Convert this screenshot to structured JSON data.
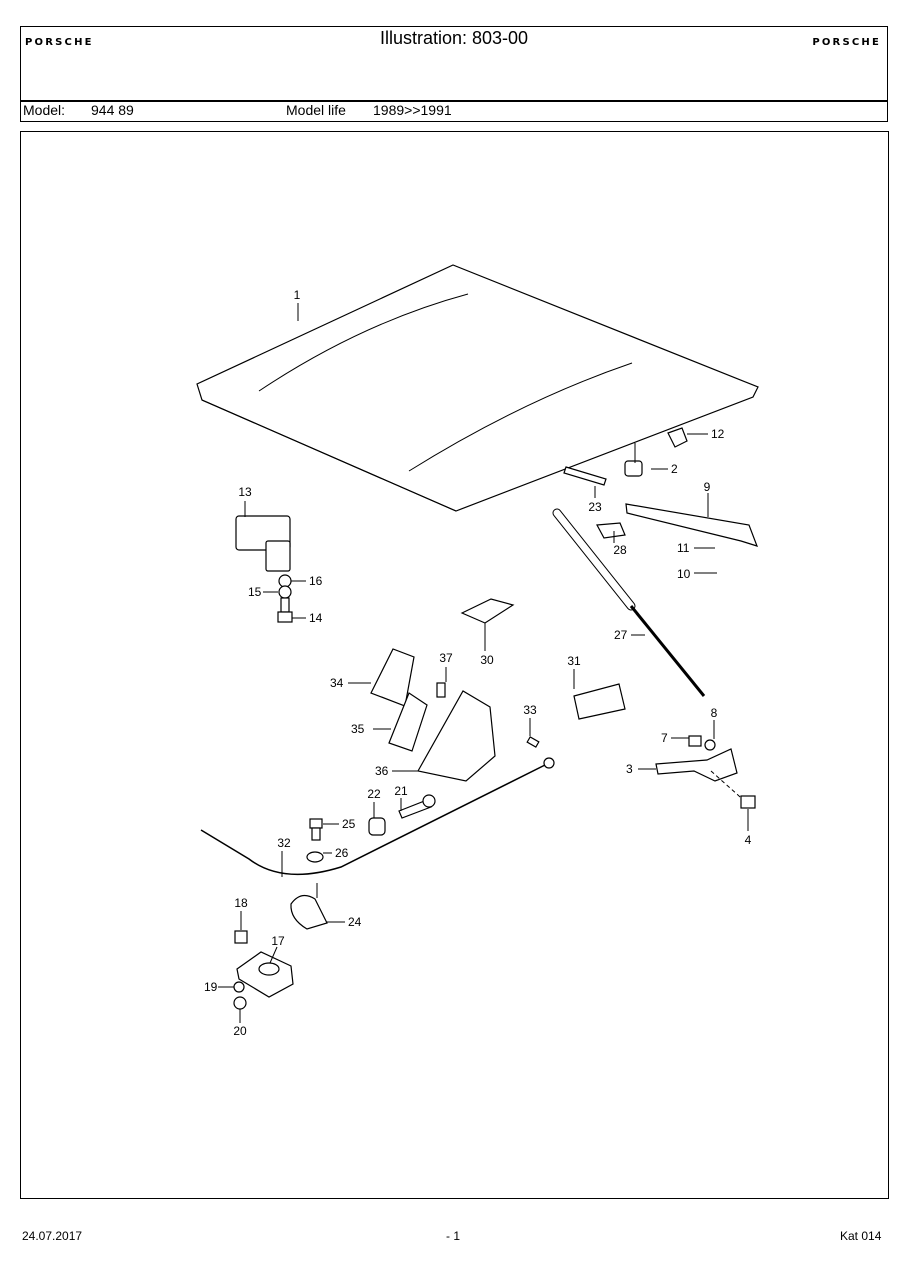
{
  "header": {
    "brand_left": "PORSCHE",
    "brand_right": "PORSCHE",
    "title": "Illustration: 803-00",
    "model_label": "Model:",
    "model_value": "944 89",
    "model_life_label": "Model life",
    "model_life_value": "1989>>1991"
  },
  "callouts": [
    "1",
    "2",
    "3",
    "4",
    "7",
    "8",
    "9",
    "10",
    "11",
    "12",
    "13",
    "14",
    "15",
    "16",
    "17",
    "18",
    "19",
    "20",
    "21",
    "22",
    "23",
    "24",
    "25",
    "26",
    "27",
    "28",
    "30",
    "31",
    "32",
    "33",
    "34",
    "35",
    "36",
    "37"
  ],
  "footer": {
    "date": "24.07.2017",
    "page": "- 1",
    "catalog": "Kat 014"
  }
}
